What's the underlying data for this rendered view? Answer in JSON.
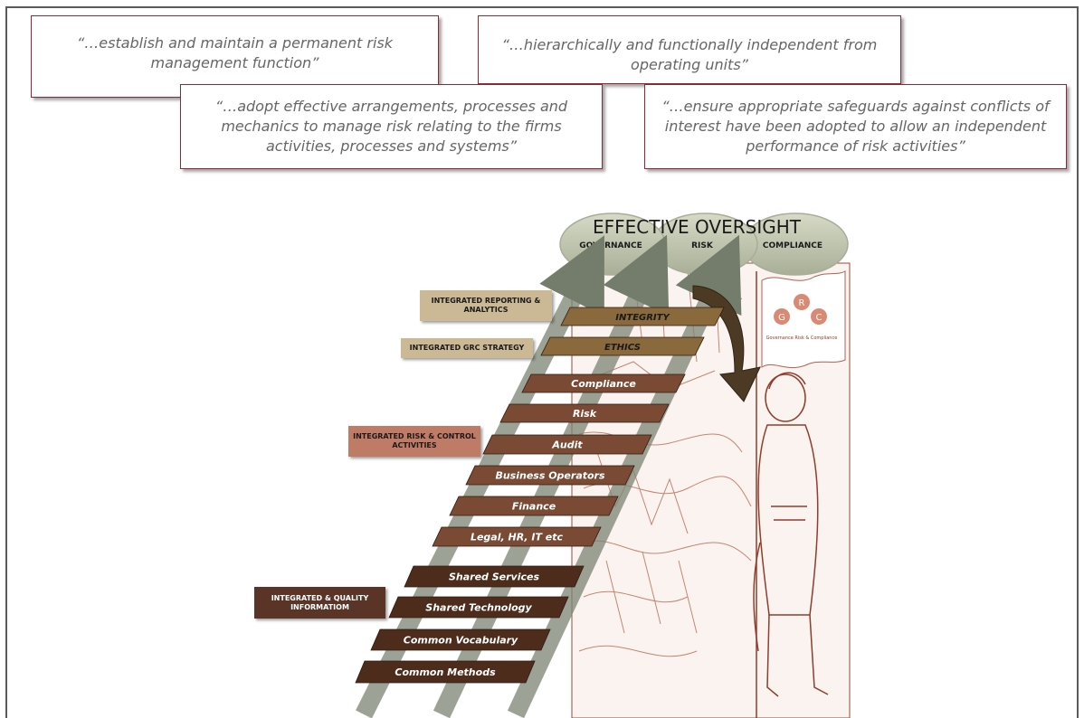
{
  "quotes": {
    "q1": "“…establish and maintain a permanent risk management function”",
    "q2": "“…hierarchically and functionally independent from operating units”",
    "q3": "“…adopt effective arrangements, processes and mechanics to manage risk relating to the firms activities, processes and systems”",
    "q4": "“…ensure appropriate safeguards against conflicts of interest have been adopted to allow an independent performance of risk activities”"
  },
  "oversight": {
    "title": "EFFECTIVE OVERSIGHT",
    "governance": "GOVERNANCE",
    "risk": "RISK",
    "compliance": "COMPLIANCE"
  },
  "tags": {
    "reporting": "INTEGRATED REPORTING & ANALYTICS",
    "strategy": "INTEGRATED GRC STRATEGY",
    "risk_control": "INTEGRATED RISK & CONTROL ACTIVITIES",
    "information": "INTEGRATED & QUALITY INFORMATIOM"
  },
  "rungs": [
    "INTEGRITY",
    "ETHICS",
    "Compliance",
    "Risk",
    "Audit",
    "Business Operators",
    "Finance",
    "Legal, HR, IT etc",
    "Shared Services",
    "Shared Technology",
    "Common Vocabulary",
    "Common Methods"
  ],
  "flag": {
    "letters": [
      "G",
      "R",
      "C"
    ],
    "caption": "Governance Risk & Compliance"
  },
  "colors": {
    "quote_border": "#8b2a35",
    "quote_text": "#666666",
    "oval_fill": "#bfc4ad",
    "rung_gold": "#8a6a3d",
    "rung_mid": "#7a4a35",
    "rung_dark": "#4e2c1c",
    "tag_tan": "#cbb996",
    "tag_salmon": "#c07b67",
    "tag_dark": "#5a3426",
    "sketch": "#9b4a38"
  }
}
